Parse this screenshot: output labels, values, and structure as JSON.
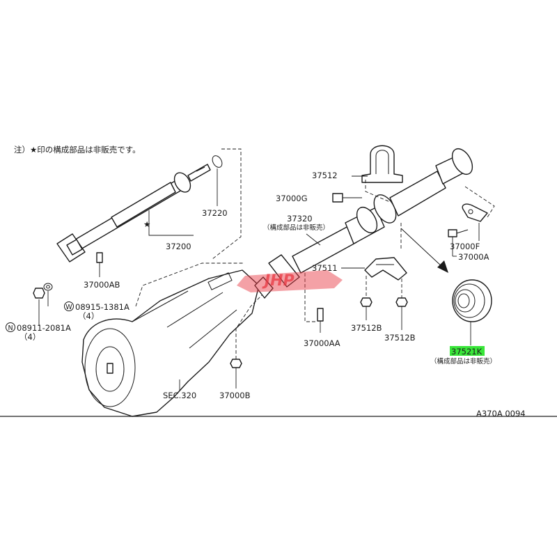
{
  "note": "注）★印の構成部品は非販売です。",
  "star": "★",
  "not_sold": "（構成部品は非販売）",
  "labels": {
    "p37220": "37220",
    "p37200": "37200",
    "p37000AB": "37000AB",
    "w_prefix": "W",
    "w_part": "08915-1381A",
    "w_qty": "（4）",
    "n_prefix": "N",
    "n_part": "08911-2081A",
    "n_qty": "（4）",
    "sec320": "SEC.320",
    "p37000B": "37000B",
    "p37512": "37512",
    "p37000G": "37000G",
    "p37320": "37320",
    "p37511": "37511",
    "p37000AA": "37000AA",
    "p37512B_a": "37512B",
    "p37512B_b": "37512B",
    "p37000F": "37000F",
    "p37000A": "37000A",
    "p37521K": "37521K",
    "figure_code": "A370A 0094"
  },
  "watermark": "JHP",
  "colors": {
    "highlight": "#39e639",
    "watermark": "#e8343f",
    "line": "#1a1a1a"
  }
}
